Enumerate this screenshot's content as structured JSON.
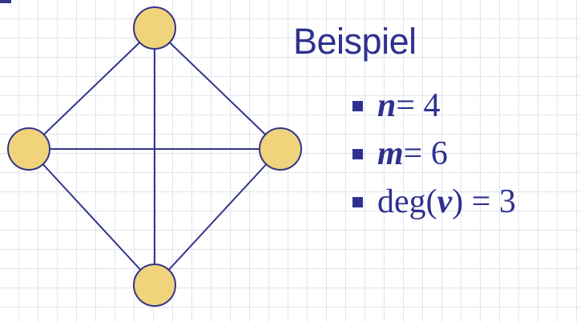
{
  "slide": {
    "title": "Beispiel",
    "bullets": [
      {
        "parts": [
          {
            "text": "n",
            "var": true
          },
          {
            "text": " = 4",
            "var": false
          }
        ]
      },
      {
        "parts": [
          {
            "text": "m",
            "var": true
          },
          {
            "text": " = 6",
            "var": false
          }
        ]
      },
      {
        "parts": [
          {
            "text": "deg(",
            "var": false
          },
          {
            "text": "v",
            "var": true
          },
          {
            "text": ") = 3",
            "var": false
          }
        ]
      }
    ]
  },
  "graph": {
    "vertices": [
      "top",
      "left",
      "right",
      "bottom"
    ],
    "edges": [
      [
        "top",
        "left"
      ],
      [
        "top",
        "right"
      ],
      [
        "top",
        "bottom"
      ],
      [
        "left",
        "right"
      ],
      [
        "left",
        "bottom"
      ],
      [
        "right",
        "bottom"
      ]
    ]
  },
  "colors": {
    "text": "#2e3190",
    "edge": "#33358a",
    "vertex_fill": "#f0d37a",
    "grid": "#e1e4ee"
  }
}
